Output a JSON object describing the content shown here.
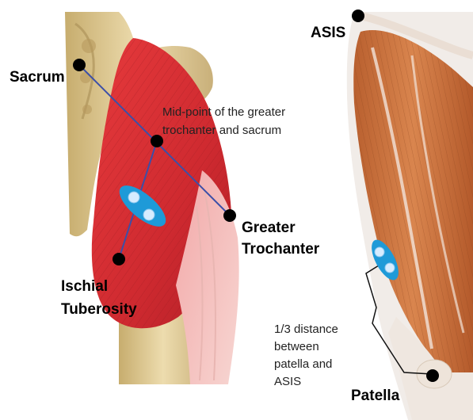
{
  "labels": {
    "sacrum": "Sacrum",
    "midpoint_line1": "Mid-point of the greater",
    "midpoint_line2": "trochanter and sacrum",
    "greater_trochanter_line1": "Greater",
    "greater_trochanter_line2": "Trochanter",
    "ischial_line1": "Ischial",
    "ischial_line2": "Tuberosity",
    "asis": "ASIS",
    "third_line1": "1/3 distance",
    "third_line2": "between",
    "third_line3": "patella and",
    "third_line4": "ASIS",
    "patella": "Patella"
  },
  "colors": {
    "line": "#3b4fa8",
    "landmark": "#000000",
    "electrode_pad": "#1e9ad8",
    "electrode_dot": "#d6ecff",
    "gluteus": "#d92f33",
    "bone": "#e3cf9a",
    "quadriceps": "#c9733f"
  }
}
